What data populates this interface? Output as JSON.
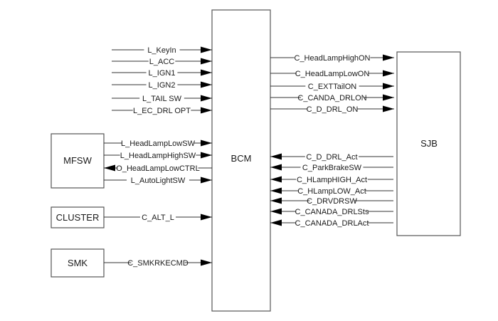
{
  "modules": {
    "bcm": "BCM",
    "sjb": "SJB",
    "mfsw": "MFSW",
    "cluster": "CLUSTER",
    "smk": "SMK"
  },
  "signals": {
    "unconnected_inputs_to_bcm": [
      "L_KeyIn",
      "L_ACC",
      "L_IGN1",
      "L_IGN2",
      "L_TAIL SW",
      "L_EC_DRL OPT"
    ],
    "mfsw_bcm": [
      {
        "label": "L_HeadLampLowSW",
        "direction": "to-bcm"
      },
      {
        "label": "L_HeadLampHighSW",
        "direction": "to-bcm"
      },
      {
        "label": "O_HeadLampLowCTRL",
        "direction": "to-mfsw"
      },
      {
        "label": "L_AutoLightSW",
        "direction": "to-bcm"
      }
    ],
    "cluster_bcm": [
      {
        "label": "C_ALT_L",
        "direction": "to-bcm"
      }
    ],
    "smk_bcm": [
      {
        "label": "C_SMKRKECMD",
        "direction": "to-bcm"
      }
    ],
    "bcm_to_sjb": [
      "C_HeadLampHighON",
      "C_HeadLampLowON",
      "C_EXTTailON",
      "C_CANDA_DRLON",
      "C_D_DRL_ON"
    ],
    "sjb_to_bcm": [
      "C_D_DRL_Act",
      "C_ParkBrakeSW",
      "C_HLampHIGH_Act",
      "C_HLampLOW_Act",
      "C_DRVDRSW",
      "C_CANADA_DRLSts",
      "C_CANADA_DRLAct"
    ]
  }
}
